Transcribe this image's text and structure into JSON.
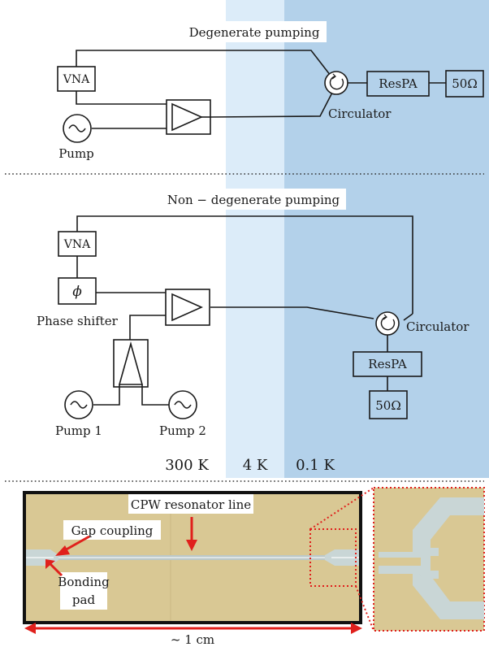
{
  "panel1": {
    "title": "Degenerate pumping",
    "vna": "VNA",
    "pump": "Pump",
    "circulator": "Circulator",
    "respa": "ResPA",
    "load": "50Ω"
  },
  "panel2": {
    "title": "Non − degenerate pumping",
    "vna": "VNA",
    "phase_symbol": "ϕ",
    "phase_shifter": "Phase shifter",
    "pump1": "Pump 1",
    "pump2": "Pump 2",
    "circulator": "Circulator",
    "respa": "ResPA",
    "load": "50Ω"
  },
  "temperatures": [
    "300 K",
    "4 K",
    "0.1 K"
  ],
  "photo": {
    "cpw": "CPW resonator line",
    "gap": "Gap coupling",
    "bonding1": "Bonding",
    "bonding2": "pad",
    "scale": "~ 1 cm"
  },
  "colors": {
    "stage_4k": "#dcecf9",
    "stage_01k": "#b3d1ea",
    "chip": "#d9c894",
    "arrow": "#e0201c"
  }
}
